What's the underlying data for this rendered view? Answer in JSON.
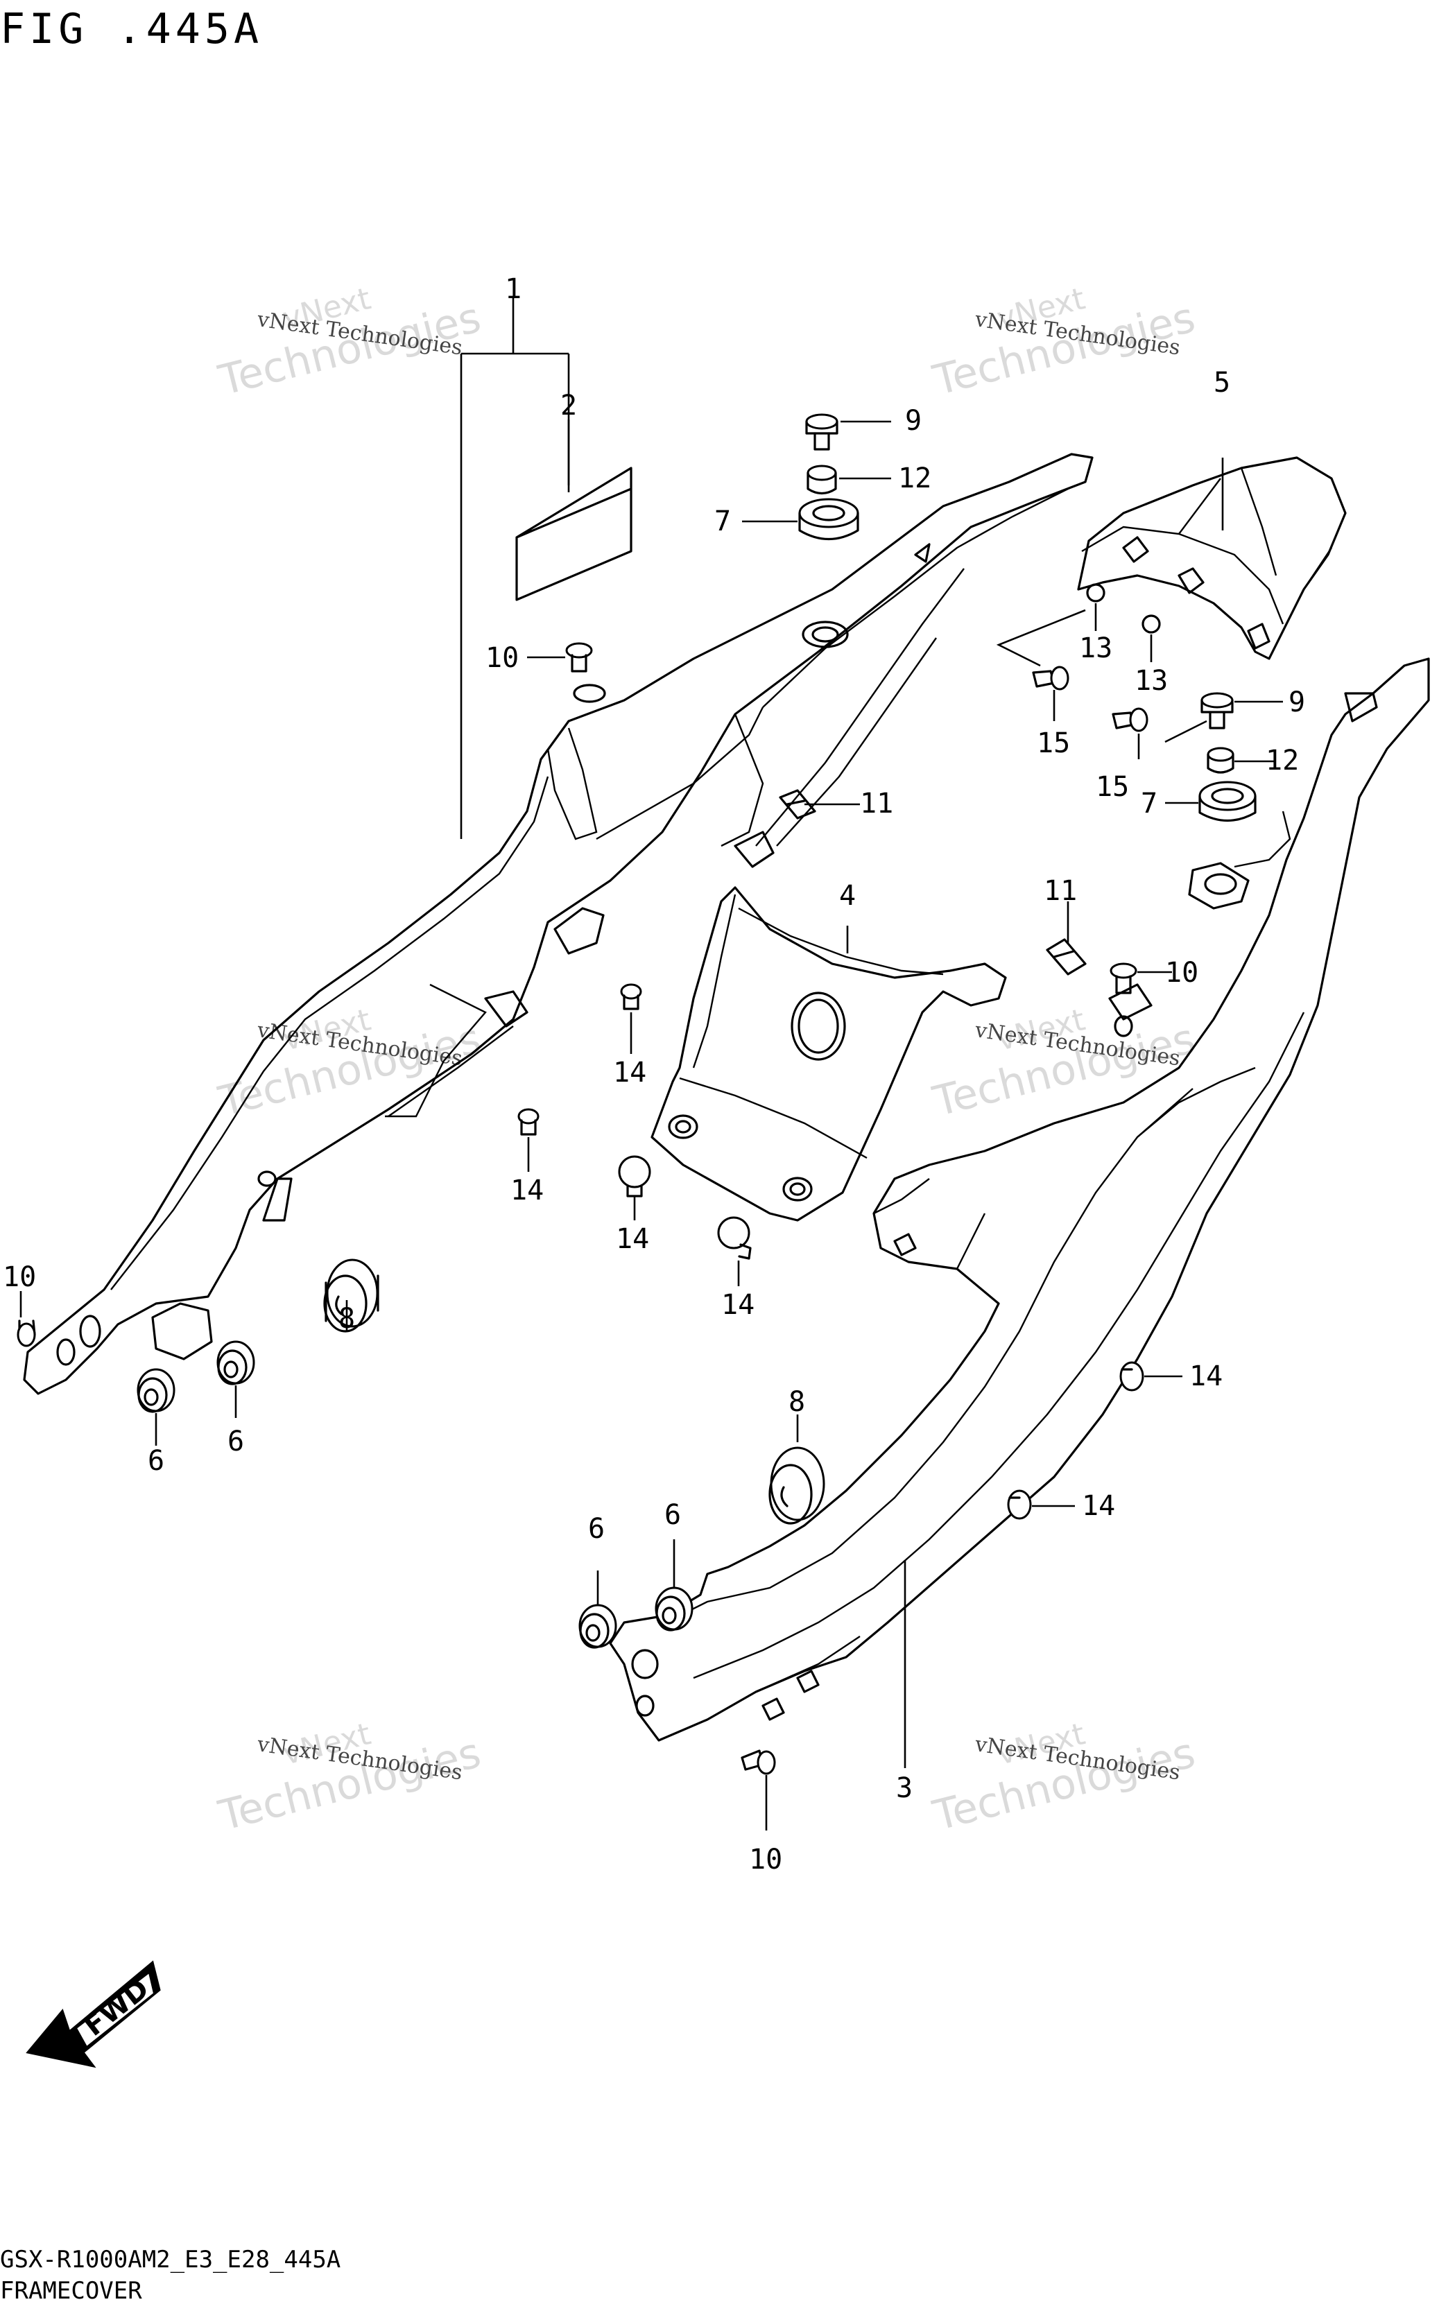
{
  "figure": {
    "title": "FIG .445A",
    "model_code": "GSX-R1000AM2_E3_E28_445A",
    "caption": "FRAMECOVER"
  },
  "watermark": {
    "line_top": "vNext",
    "line_mid": "vNext Technologies",
    "line_big": "Technologies"
  },
  "fwd_badge": {
    "label": "FWD"
  },
  "callouts": {
    "c1": "1",
    "c2": "2",
    "c3": "3",
    "c4": "4",
    "c5": "5",
    "c6a": "6",
    "c6b": "6",
    "c6c": "6",
    "c6d": "6",
    "c7a": "7",
    "c7b": "7",
    "c8a": "8",
    "c8b": "8",
    "c9a": "9",
    "c9b": "9",
    "c10a": "10",
    "c10b": "10",
    "c10c": "10",
    "c10d": "10",
    "c11a": "11",
    "c11b": "11",
    "c12a": "12",
    "c12b": "12",
    "c13a": "13",
    "c13b": "13",
    "c14a": "14",
    "c14b": "14",
    "c14c": "14",
    "c14d": "14",
    "c14e": "14",
    "c14f": "14",
    "c15a": "15",
    "c15b": "15"
  }
}
